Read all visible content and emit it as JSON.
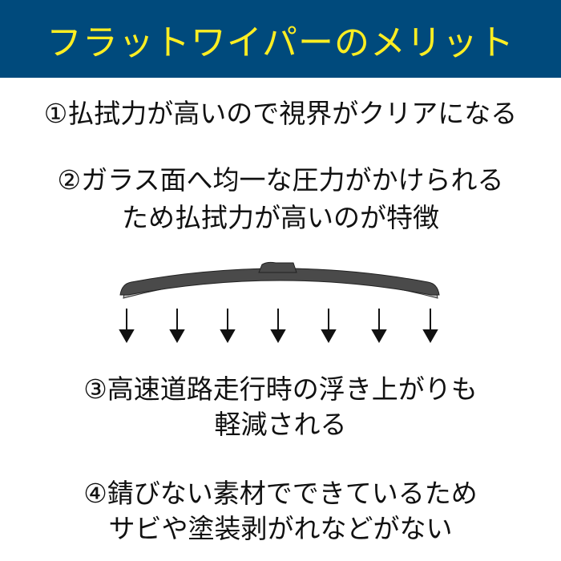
{
  "header": {
    "title": "フラットワイパーのメリット",
    "bg_color": "#004a7c",
    "text_color": "#ffee22"
  },
  "points": [
    {
      "lines": [
        "①払拭力が高いので視界がクリアになる"
      ]
    },
    {
      "lines": [
        "②ガラス面へ均一な圧力がかけられる",
        "ため払拭力が高いのが特徴"
      ]
    },
    {
      "lines": [
        "③高速道路走行時の浮き上がりも",
        "軽減される"
      ]
    },
    {
      "lines": [
        "④錆びない素材でできているため",
        "サビや塗装剥がれなどがない"
      ]
    }
  ],
  "illustration": {
    "name": "flat-wiper-blade",
    "arrow_count": 7
  }
}
